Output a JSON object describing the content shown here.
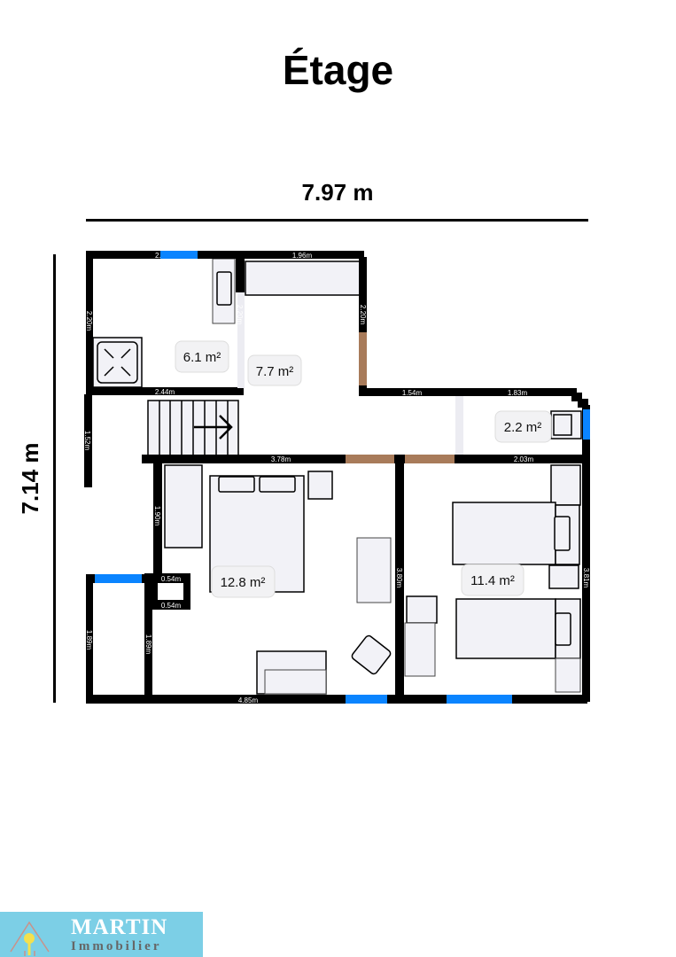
{
  "title": "Étage",
  "overall": {
    "width": "7.97 m",
    "depth": "7.14 m"
  },
  "rooms": [
    {
      "area": "6.1 m²"
    },
    {
      "area": "7.7 m²"
    },
    {
      "area": "2.2 m²"
    },
    {
      "area": "12.8 m²"
    },
    {
      "area": "11.4 m²"
    }
  ],
  "walls": {
    "top_left": "2.",
    "top_mid": "1.96m",
    "left_top": "2.20m",
    "kitchen_inner": "2.20m",
    "mid_right": "2.20m",
    "kitchen_bottom": "2.44m",
    "hall_left": "1.52m",
    "corridor_top": "1.54m",
    "bath_top": "1.83m",
    "bed1_top": "3.78m",
    "bed2_top": "2.03m",
    "bed1_left": "1.90m",
    "closet_top": "0.54m",
    "closet_bottom": "0.54m",
    "left_bottom": "1.89m",
    "closet_side": "1.89m",
    "bed_divider": "3.80m",
    "right": "3.81m",
    "bottom": "4.85m"
  },
  "colors": {
    "window": "#0a84ff",
    "door": "#a87b5a",
    "wall": "#000000",
    "logo_bg": "#7ccfe6"
  },
  "logo": {
    "name": "MARTIN",
    "subtitle": "Immobilier"
  }
}
